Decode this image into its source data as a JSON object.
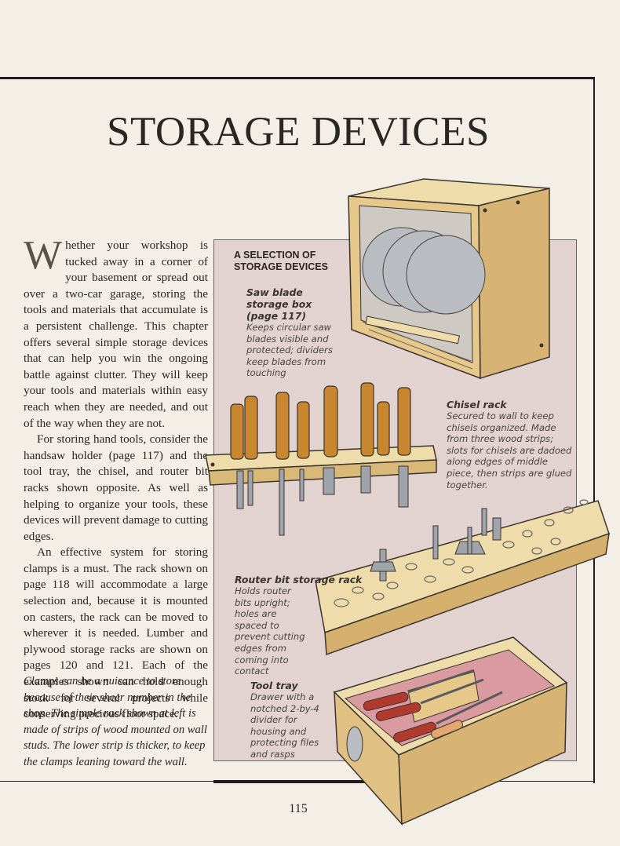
{
  "page": {
    "title": "STORAGE DEVICES",
    "page_number": "115"
  },
  "body": {
    "dropcap": "W",
    "paragraphs": [
      "hether your workshop is tucked away in a corner of your basement or spread out over a two-car garage, storing the tools and materials that accumulate is a persistent challenge. This chapter offers several simple storage devices that can help you win the ongoing battle against clutter. They will keep your tools and materials within easy reach when they are needed, and out of the way when they are not.",
      "For storing hand tools, consider the handsaw holder (page 117) and the tool tray, the chisel, and router bit racks shown opposite. As well as helping to organize your tools, these devices will prevent damage to cutting edges.",
      "An effective system for storing clamps is a must. The rack shown on page 118 will accommodate a large selection and, because it is mounted on casters, the rack can be moved to wherever it is needed. Lumber and plywood storage racks are shown on pages 120 and 121. Each of the examples shown can hold enough stock for several projects while conserving precious floor space."
    ],
    "caption": "Clamps can be a nuisance to store because of their sheer number in the shop. The simple rack shown at left is made of strips of wood mounted on wall studs. The lower strip is thicker, to keep the clamps leaning toward the wall."
  },
  "illustration": {
    "panel_title": "A SELECTION OF STORAGE DEVICES",
    "callouts": {
      "saw_box": {
        "title": "Saw blade storage box (page 117)",
        "text": "Keeps circular saw blades visible and protected; dividers keep blades from touching"
      },
      "chisel_rack": {
        "title": "Chisel rack",
        "text": "Secured to wall to keep chisels organized. Made from three wood strips; slots for chisels are dadoed along edges of middle piece, then strips are glued together."
      },
      "router_rack": {
        "title": "Router bit storage rack",
        "text": "Holds router bits upright; holes are spaced to prevent cutting edges from coming into contact"
      },
      "tool_tray": {
        "title": "Tool tray",
        "text": "Drawer with a notched 2-by-4 divider for housing and protecting files and rasps"
      }
    },
    "colors": {
      "panel_bg": "#e2d2d0",
      "wood": "#e6c88a",
      "wood_dark": "#c9a464",
      "handle": "#c8862e",
      "steel": "#9ea4aa",
      "tray_lining": "#d99aa0"
    }
  }
}
